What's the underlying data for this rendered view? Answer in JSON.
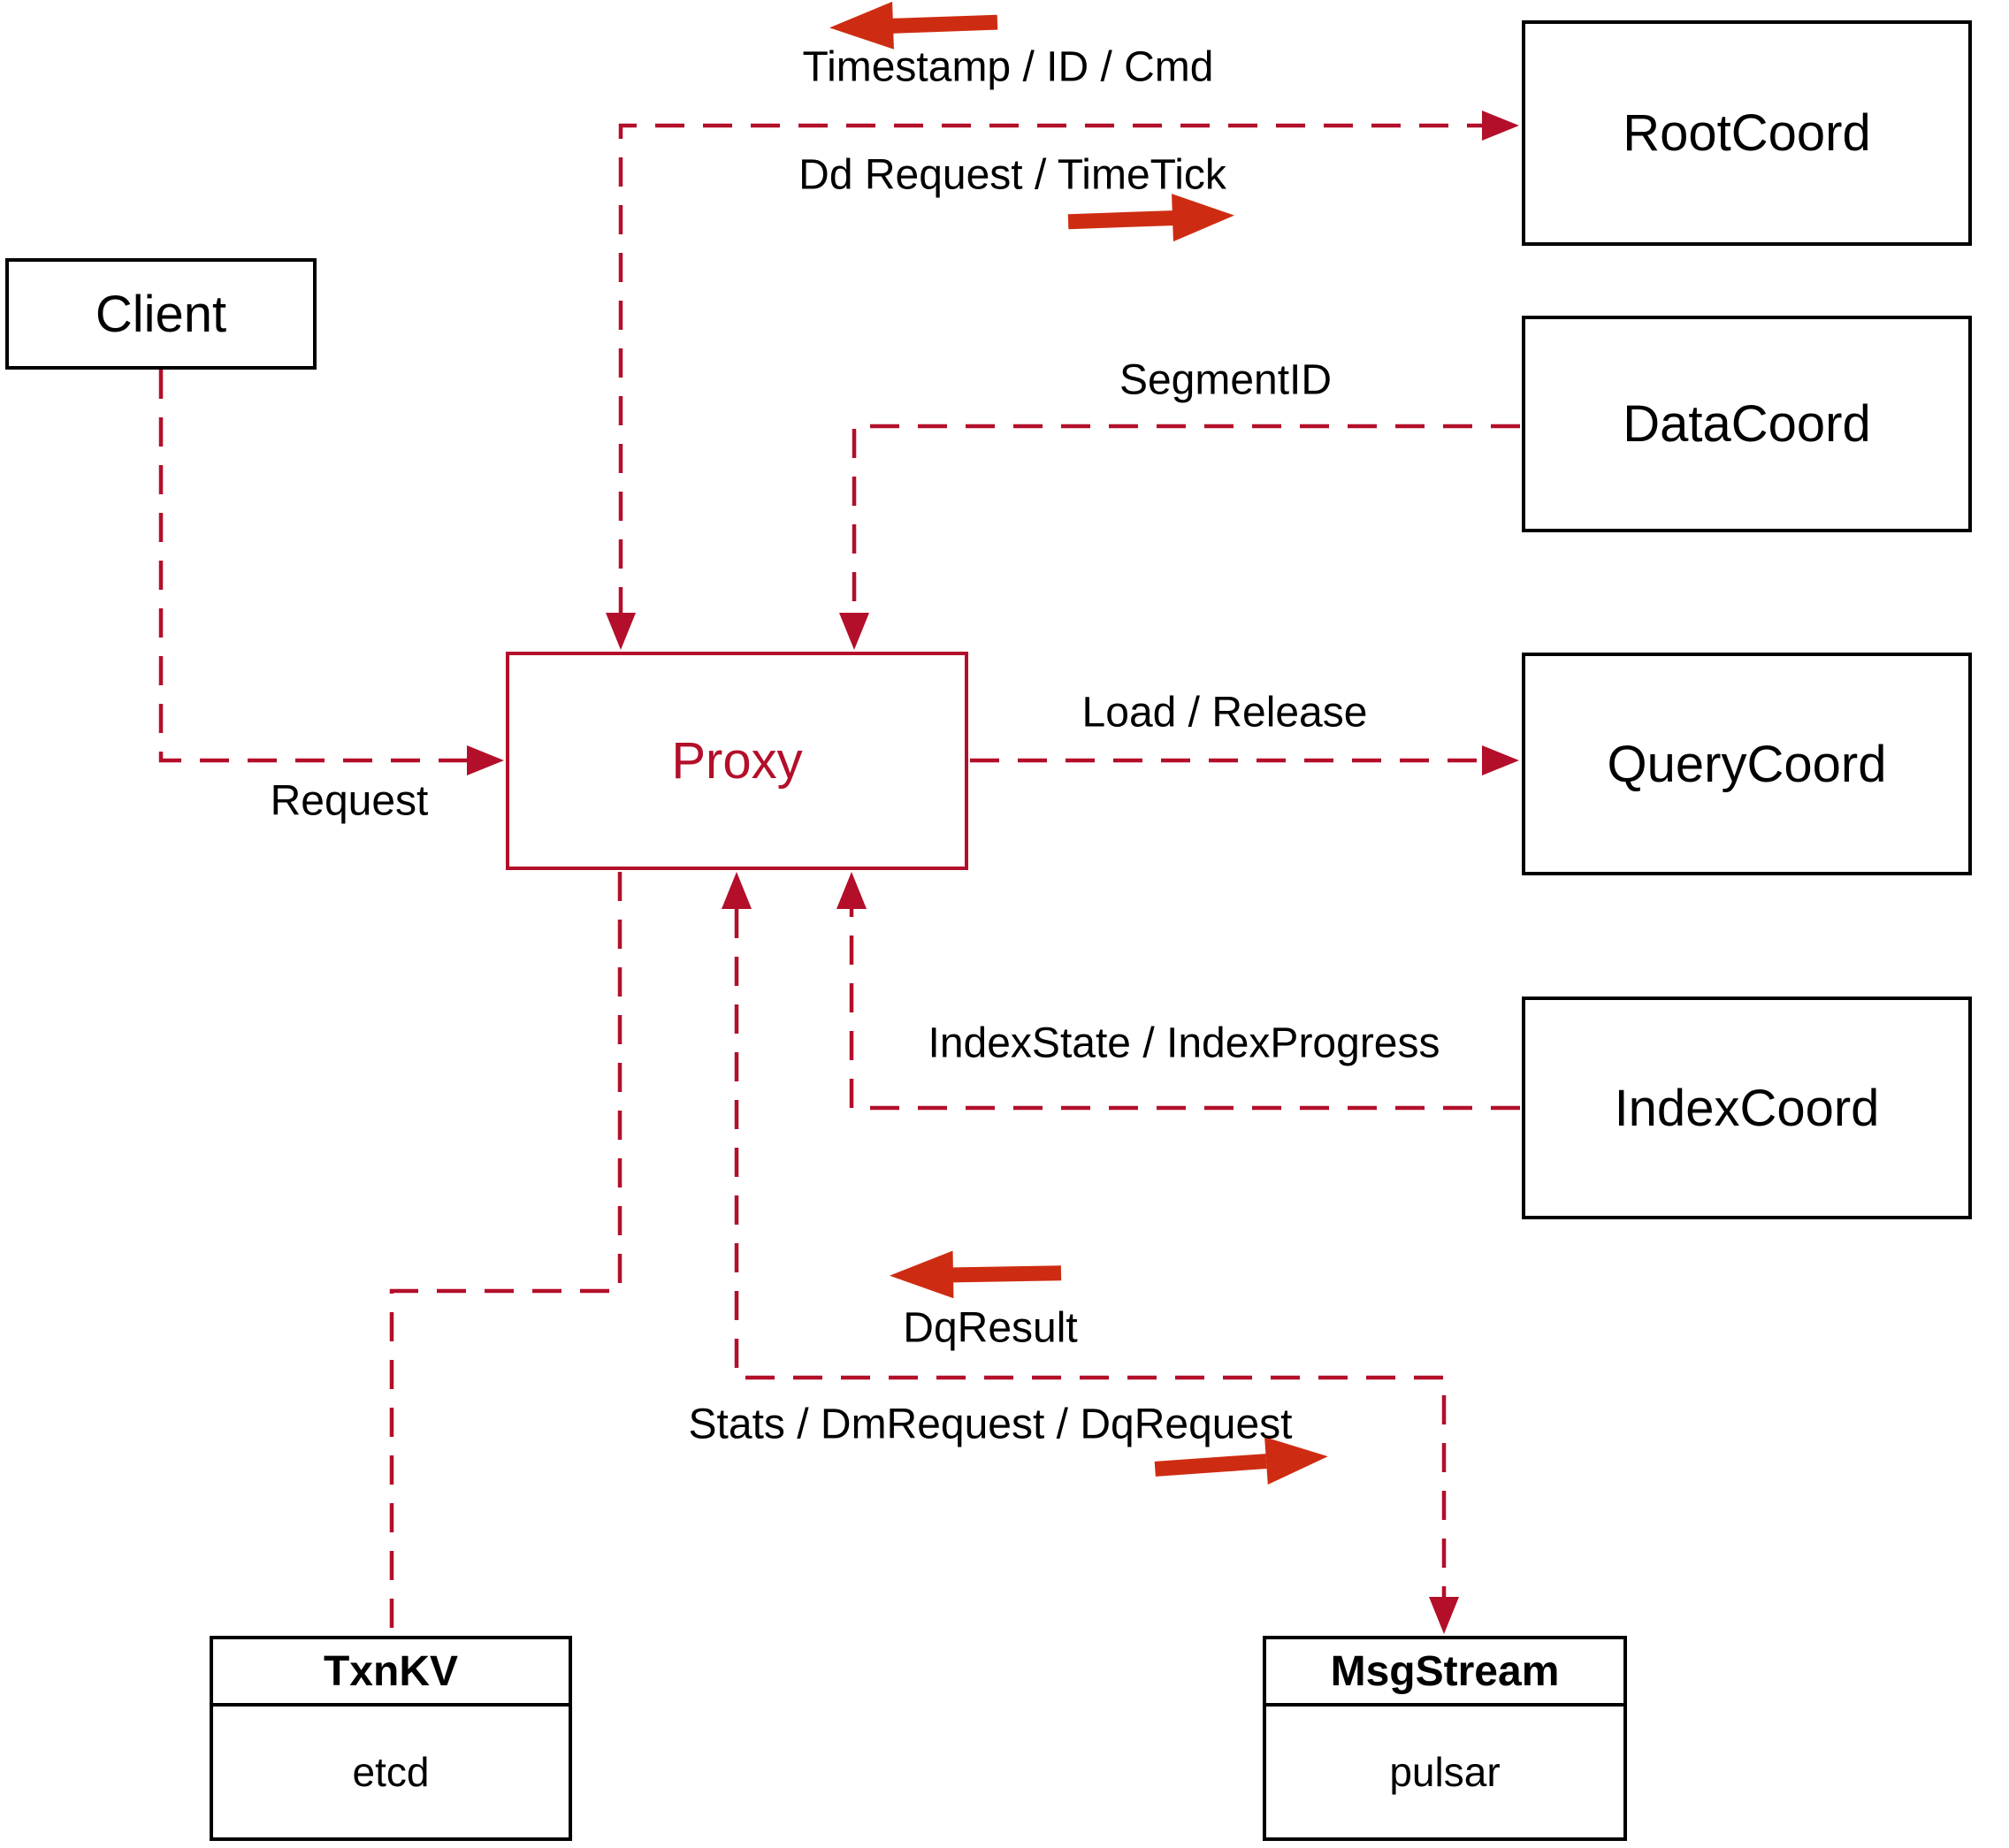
{
  "diagram": {
    "nodes": {
      "client": {
        "label": "Client"
      },
      "proxy": {
        "label": "Proxy"
      },
      "root_coord": {
        "label": "RootCoord"
      },
      "data_coord": {
        "label": "DataCoord"
      },
      "query_coord": {
        "label": "QueryCoord"
      },
      "index_coord": {
        "label": "IndexCoord"
      },
      "txn_kv": {
        "title": "TxnKV",
        "impl": "etcd"
      },
      "msg_stream": {
        "title": "MsgStream",
        "impl": "pulsar"
      }
    },
    "edge_labels": {
      "timestamp": "Timestamp / ID / Cmd",
      "dd_request": "Dd Request / TimeTick",
      "segment_id": "SegmentID",
      "load_release": "Load / Release",
      "index_state": "IndexState / IndexProgress",
      "request": "Request",
      "dq_result": "DqResult",
      "stats": "Stats / DmRequest / DqRequest"
    },
    "colors": {
      "line": "#b30f2a",
      "arrow": "#ce2c12",
      "ink": "#000000",
      "bg": "#ffffff"
    }
  }
}
